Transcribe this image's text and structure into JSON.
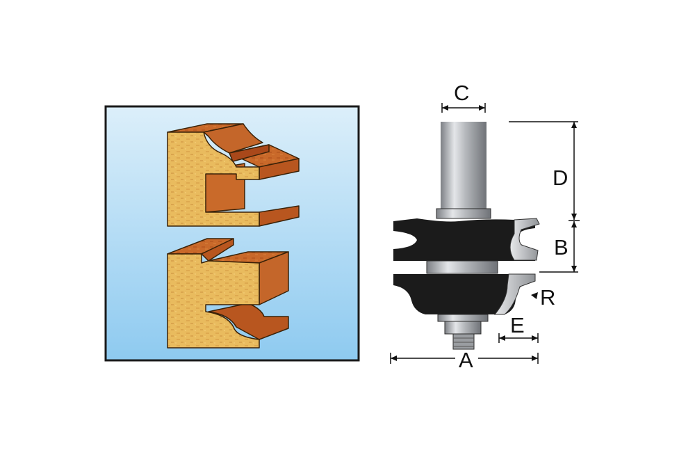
{
  "dimensions": {
    "a": "A",
    "b": "B",
    "c": "C",
    "d": "D",
    "e": "E",
    "r": "R"
  },
  "colors": {
    "panel_top": "#d9eef9",
    "panel_bottom": "#8fcaf0",
    "panel_border": "#1a1a1a",
    "wood_face": "#e6b85c",
    "wood_grain": "#c98f3e",
    "wood_edge": "#b8561f",
    "wood_top": "#cf6f2e",
    "cutter_black": "#1b1b1b",
    "shank_steel": "#a7a9ad"
  },
  "icons": {
    "profile_top": "wood-profile-upper-icon",
    "profile_bottom": "wood-profile-lower-icon",
    "router_bit": "router-bit-icon"
  }
}
